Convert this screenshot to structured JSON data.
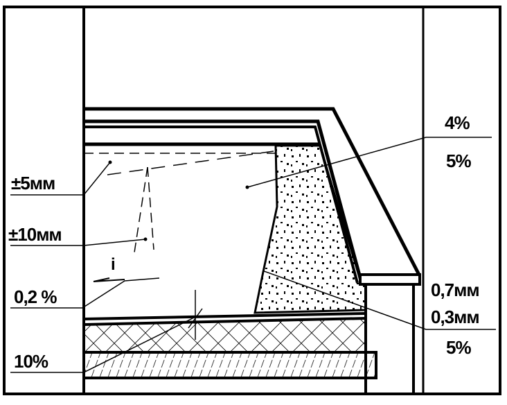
{
  "labels": {
    "tol_5mm": "±5мм",
    "tol_10mm": "±10мм",
    "slope_0_2": "0,2 %",
    "i_symbol": "i",
    "pct_10": "10%",
    "pct_4": "4%",
    "pct_5_top": "5%",
    "mm_0_7": "0,7мм",
    "mm_0_3": "0,3мм",
    "pct_5_bottom": "5%"
  },
  "colors": {
    "ink": "#000000",
    "paper": "#ffffff"
  }
}
